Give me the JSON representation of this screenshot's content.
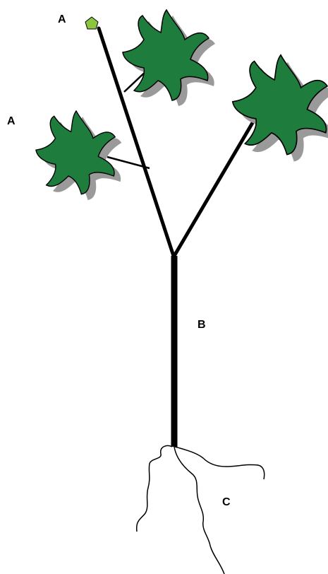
{
  "labels": {
    "a_top": "A",
    "a_side": "A",
    "b": "B",
    "c": "C"
  },
  "colors": {
    "leaf_fill": "#1e7d3c",
    "leaf_shadow": "#9a9a9a",
    "apex_fill": "#8cc63f",
    "stem": "#000000"
  },
  "icons": {
    "apex": "pentagon-icon",
    "leaf": "star-leaf-icon"
  }
}
